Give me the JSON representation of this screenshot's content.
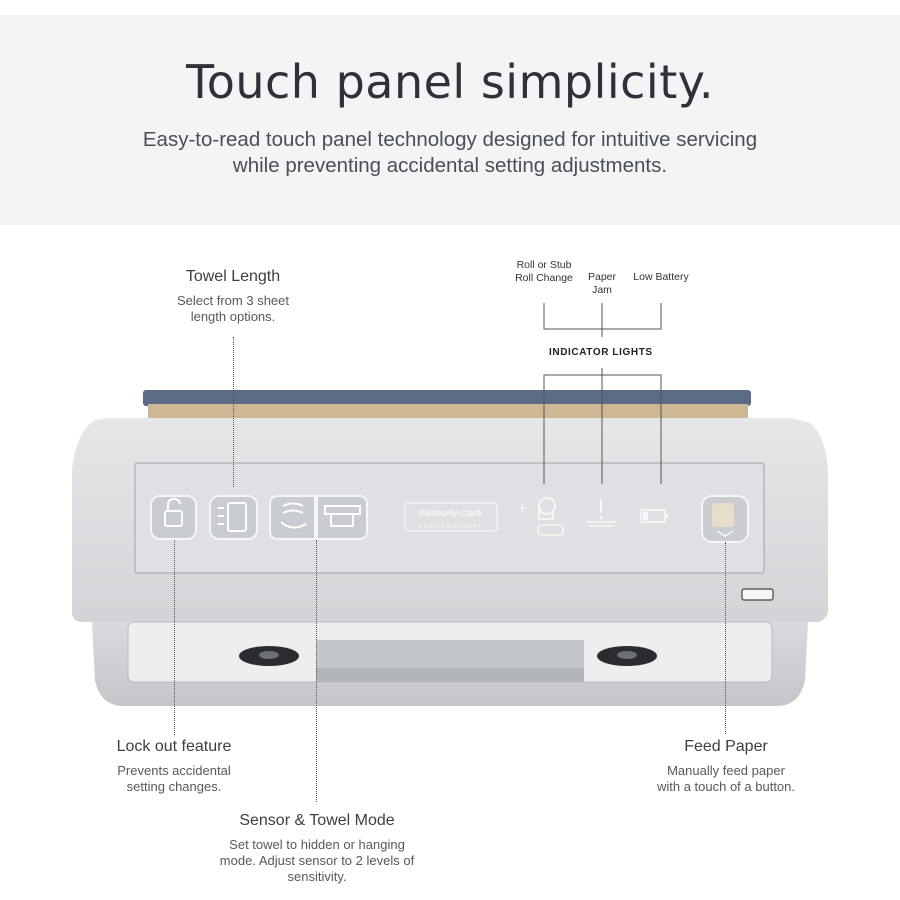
{
  "header": {
    "title": "Touch panel simplicity.",
    "subtitle": "Easy-to-read touch panel technology designed for intuitive servicing while preventing accidental setting adjustments."
  },
  "callouts": {
    "towel_length": {
      "title": "Towel Length",
      "text": "Select from 3 sheet length options."
    },
    "lock_out": {
      "title": "Lock out feature",
      "text": "Prevents accidental setting changes."
    },
    "sensor_mode": {
      "title": "Sensor & Towel Mode",
      "text": "Set towel to hidden or hanging mode. Adjust sensor to 2 levels of sensitivity."
    },
    "feed_paper": {
      "title": "Feed Paper",
      "text": "Manually feed paper with a touch of a button."
    }
  },
  "indicators": {
    "title": "INDICATOR LIGHTS",
    "roll_change": "Roll or Stub Roll Change",
    "paper_jam": "Paper Jam",
    "low_battery": "Low Battery"
  },
  "device": {
    "brand": "Kimberly-Clark",
    "brand_sub": "PROFESSIONAL"
  },
  "icons": [
    "lock-icon",
    "towel-length-icon",
    "sensor-icon",
    "towel-mode-icon",
    "roll-change-icon",
    "paper-jam-icon",
    "low-battery-icon",
    "feed-paper-icon"
  ]
}
